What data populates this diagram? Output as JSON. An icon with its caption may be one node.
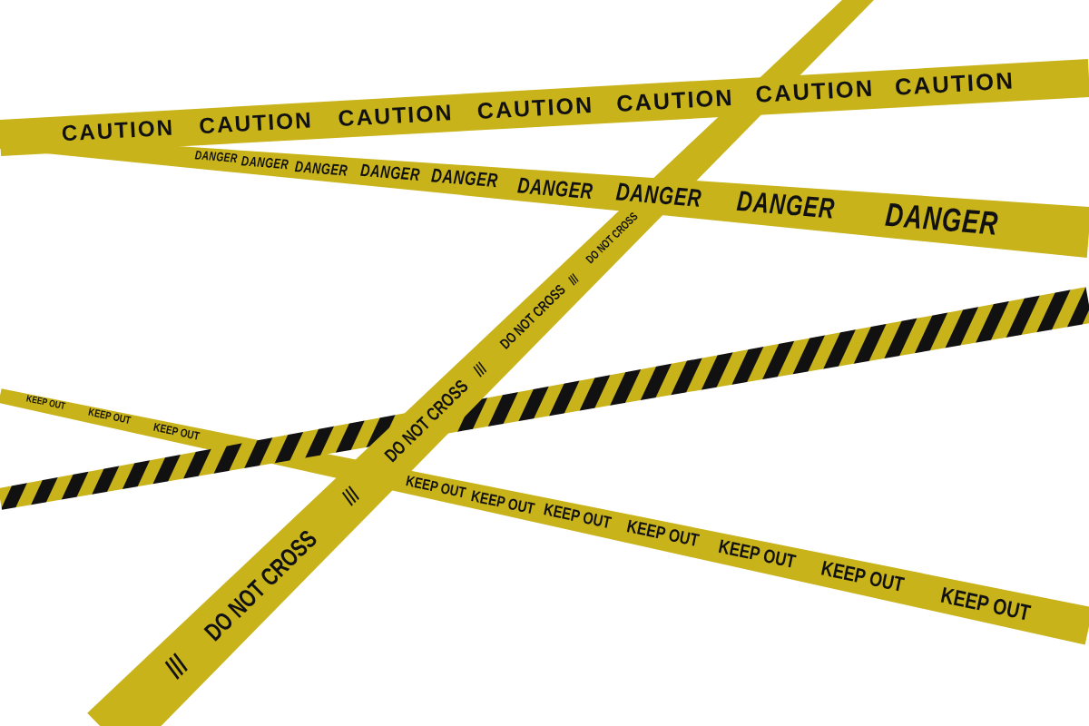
{
  "diagram": {
    "labels": [
      "CAUTION",
      "CAUTION",
      "CAUTION",
      "CAUTION",
      "CAUTION",
      "CAUTION",
      "CAUTION",
      "DANGER",
      "DANGER",
      "DANGER",
      "DANGER",
      "DANGER",
      "DANGER",
      "DANGER",
      "DANGER",
      "DANGER",
      "///",
      "DO NOT CROSS",
      "///",
      "DO NOT CROSS",
      "///",
      "DO NOT CROSS",
      "///",
      "DO NOT CROSS",
      "KEEP OUT",
      "KEEP OUT",
      "KEEP OUT",
      "KEEP OUT",
      "KEEP OUT",
      "KEEP OUT",
      "KEEP OUT",
      "KEEP OUT",
      "KEEP OUT",
      "KEEP OUT"
    ]
  }
}
